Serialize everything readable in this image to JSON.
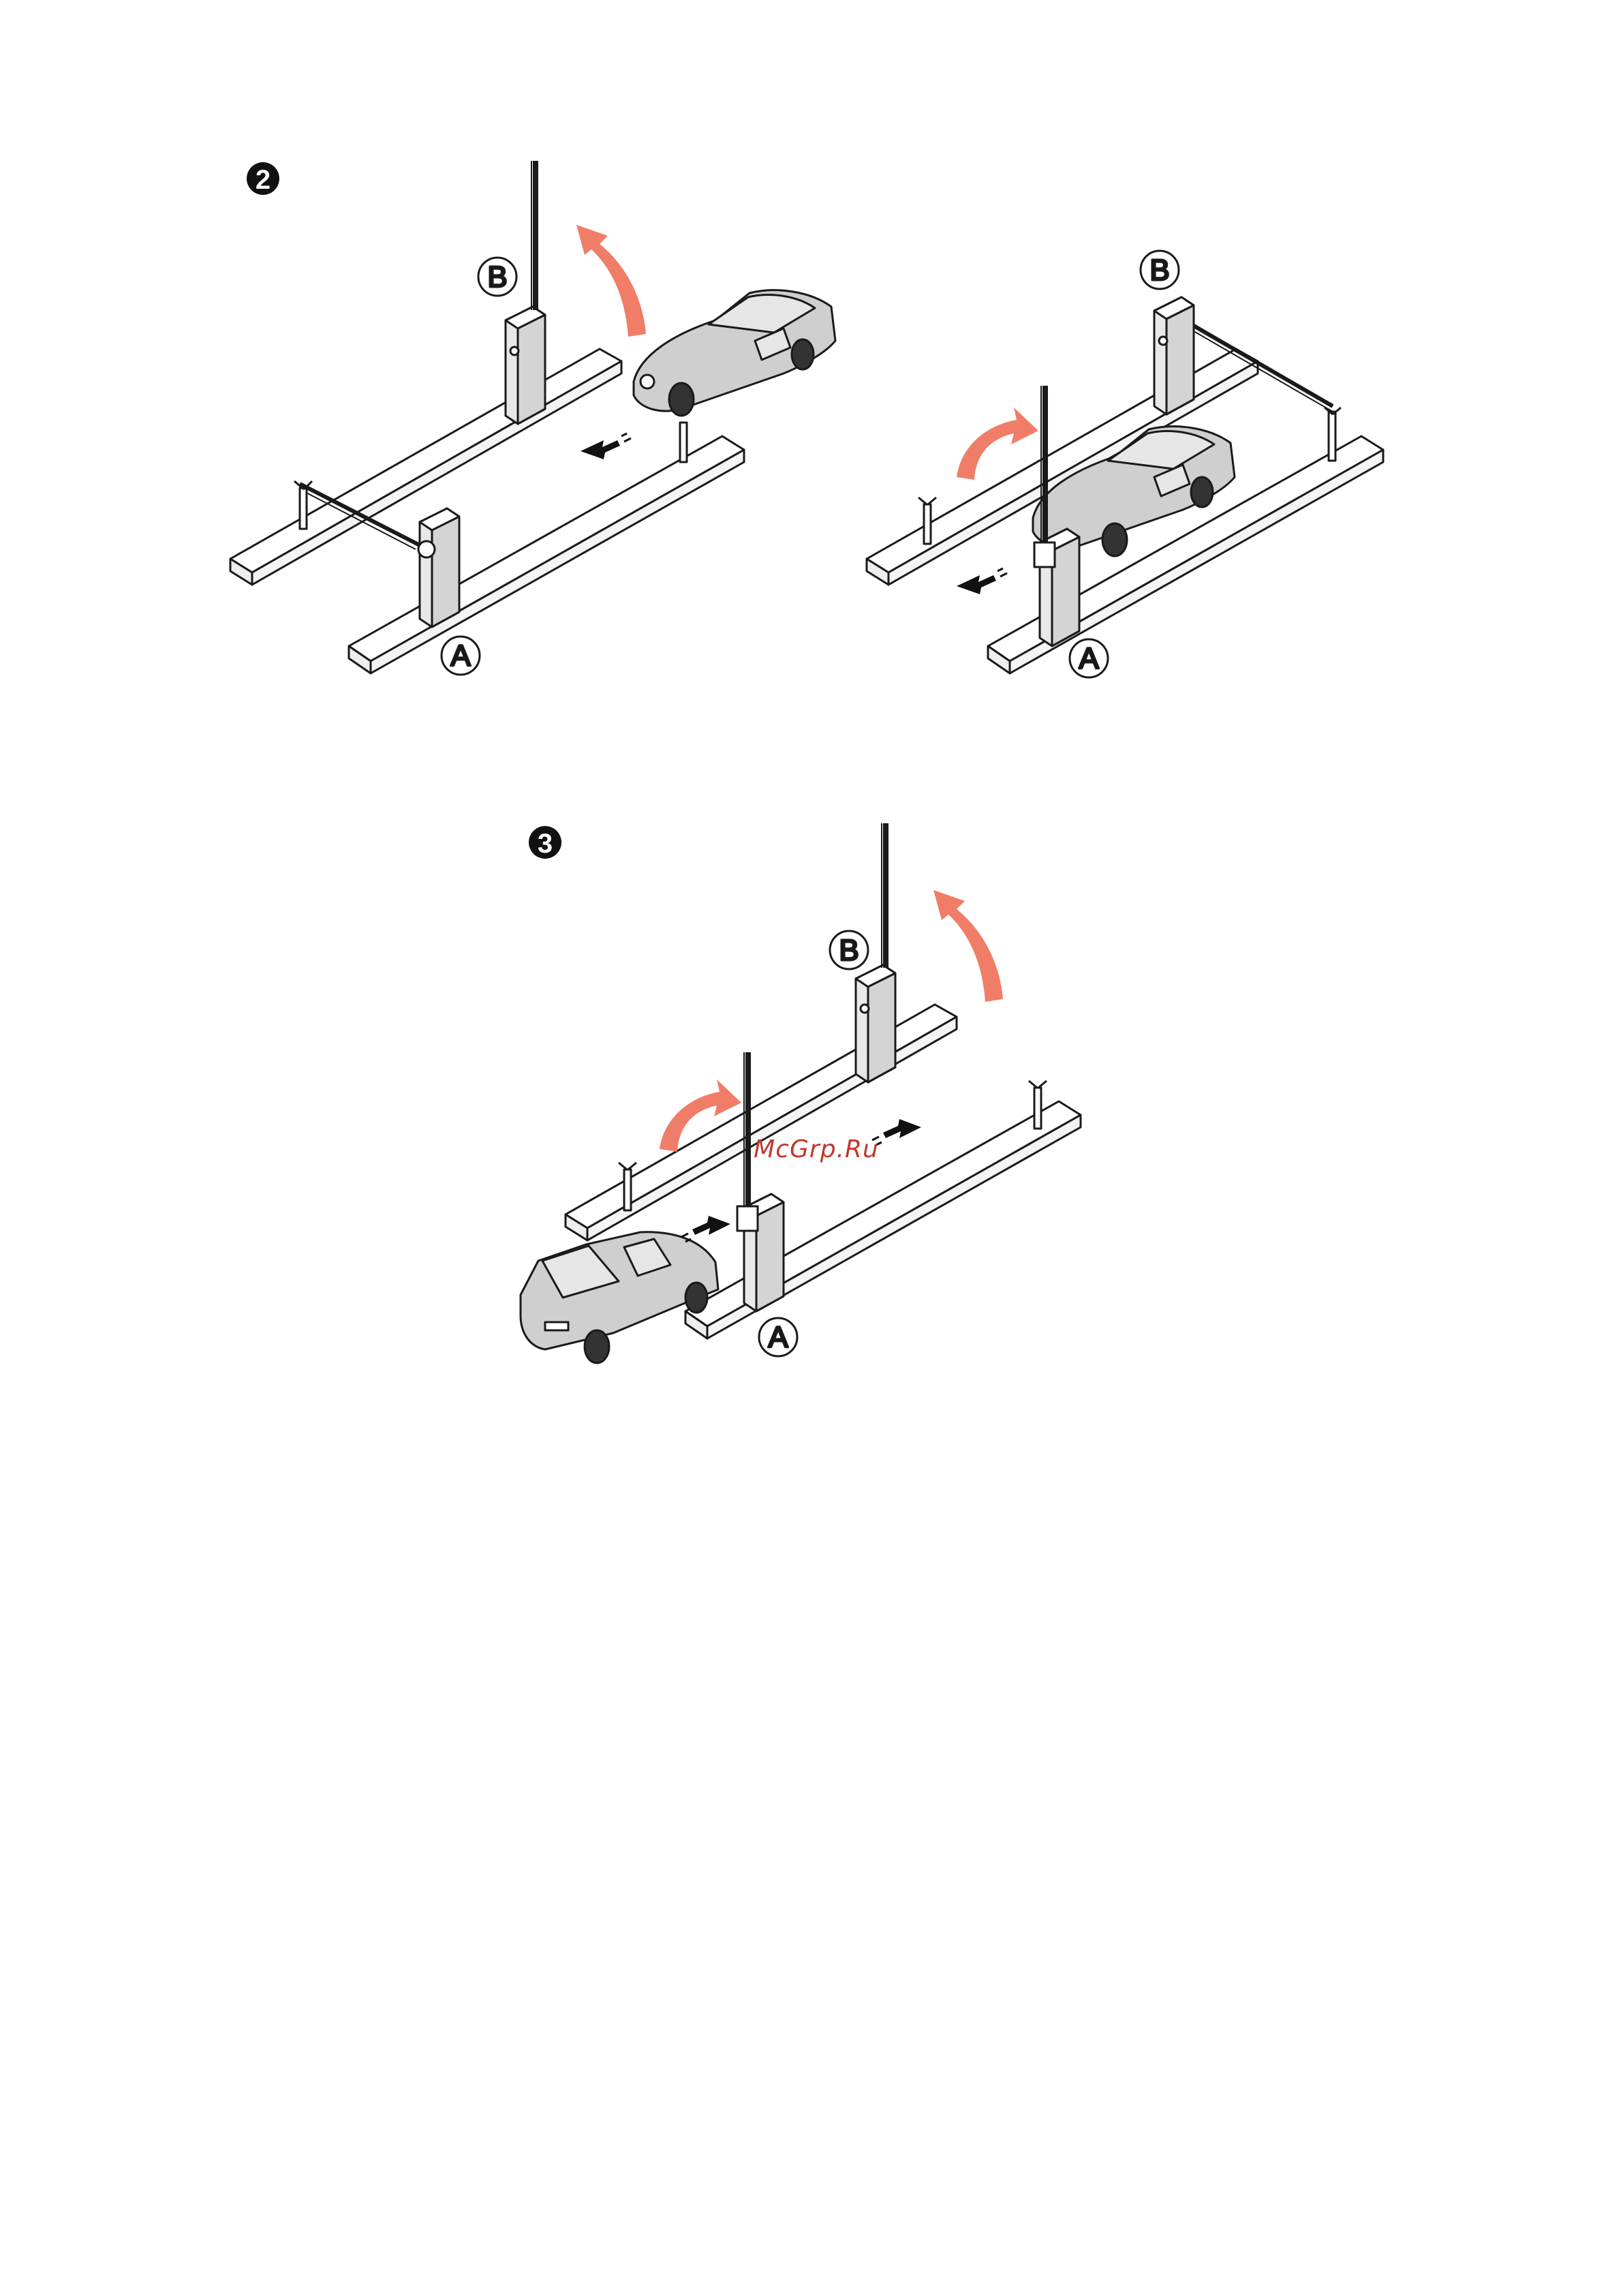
{
  "steps": {
    "step2": {
      "number": "2"
    },
    "step3": {
      "number": "3"
    }
  },
  "labels": {
    "barrier_a": "A",
    "barrier_b": "B"
  },
  "watermark": "McGrp.Ru",
  "colors": {
    "line": "#1a1a1a",
    "arrow": "#f07d68",
    "car_body": "#cfcfcf",
    "car_glass": "#e6e6e6",
    "ground": "#ffffff",
    "cabinet_shade": "#d9d9d9"
  }
}
